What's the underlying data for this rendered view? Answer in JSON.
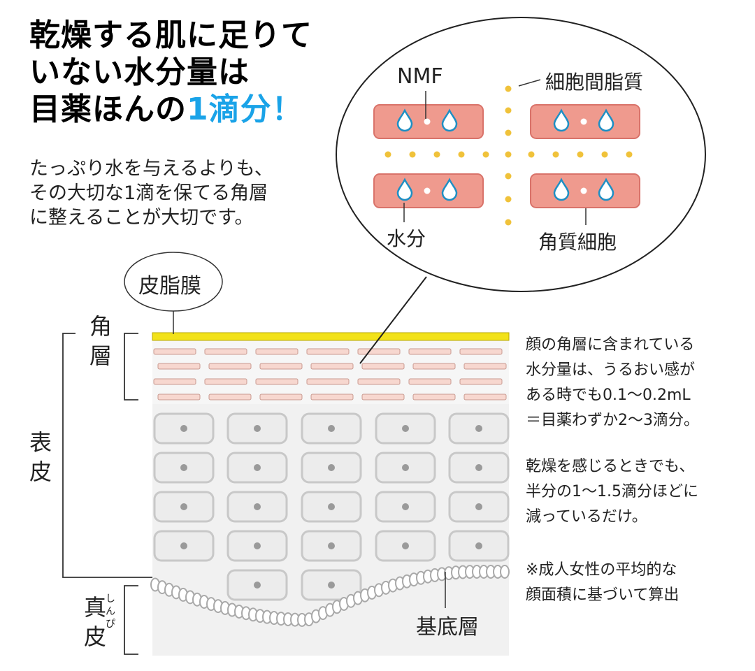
{
  "headline": {
    "line1": "乾燥する肌に足りて",
    "line2": "いない水分量は",
    "line3_prefix": "目薬ほんの",
    "line3_accent": "1滴分！"
  },
  "intro": {
    "line1": "たっぷり水を与えるよりも、",
    "line2": "その大切な1滴を保てる角層",
    "line3": "に整えることが大切です。"
  },
  "zoom": {
    "nmf": "NMF",
    "lipid": "細胞間脂質",
    "water": "水分",
    "corneocyte": "角質細胞"
  },
  "skin": {
    "sebum": "皮脂膜",
    "stratum_corneum": "角層",
    "epidermis": "表皮",
    "dermis": "真皮",
    "dermis_ruby": "しんぴ",
    "basal_layer": "基底層"
  },
  "info": {
    "para1": [
      "顔の角層に含まれている",
      "水分量は、うるおい感が",
      "ある時でも0.1〜0.2mL",
      "＝目薬わずか2〜3滴分。"
    ],
    "para2": [
      "乾燥を感じるときでも、",
      "半分の1〜1.5滴分ほどに",
      "減っているだけ。"
    ],
    "note": [
      "※成人女性の平均的な",
      "顔面積に基づいて算出"
    ]
  },
  "colors": {
    "accent": "#1aa3e8",
    "corneocyte_fill": "#ef9a8e",
    "corneocyte_stroke": "#d9736a",
    "lipid_dot": "#f0c23a",
    "sebum": "#f2e21a",
    "cell_fill": "#ececec"
  }
}
